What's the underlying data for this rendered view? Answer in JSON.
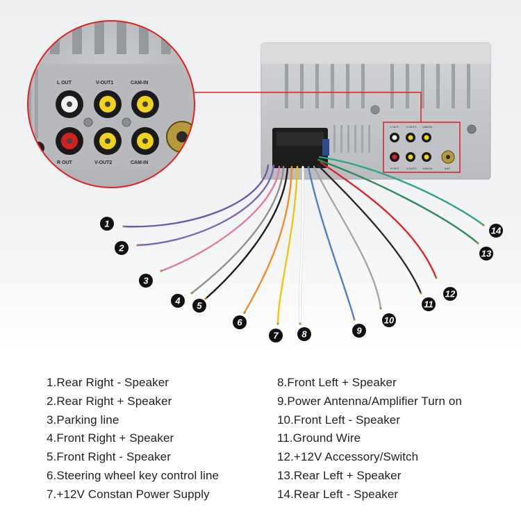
{
  "colors": {
    "unit_body": "#c4c6c9",
    "callout_line": "#e02020",
    "badge": "#111111",
    "rca_white": "#f2f2f2",
    "rca_red": "#d42020",
    "rca_yellow": "#f2d21a"
  },
  "inset_labels": {
    "top": [
      "L OUT",
      "V-OUT1",
      "CAM-IN"
    ],
    "bottom": [
      "R OUT",
      "V-OUT2",
      "CAM-IN",
      "ANT"
    ]
  },
  "wires": [
    {
      "number": "1",
      "color": "#6a5aa8"
    },
    {
      "number": "2",
      "color": "#7b66b2"
    },
    {
      "number": "3",
      "color": "#e07aa0"
    },
    {
      "number": "4",
      "color": "#8e8e8e"
    },
    {
      "number": "5",
      "color": "#1a1a1a"
    },
    {
      "number": "6",
      "color": "#f08a2a"
    },
    {
      "number": "7",
      "color": "#f4c20e"
    },
    {
      "number": "8",
      "color": "#ffffff"
    },
    {
      "number": "9",
      "color": "#4f7fc4"
    },
    {
      "number": "10",
      "color": "#a5a5a5"
    },
    {
      "number": "11",
      "color": "#2a2a2a"
    },
    {
      "number": "12",
      "color": "#d8262a"
    },
    {
      "number": "13",
      "color": "#2e8a5a"
    },
    {
      "number": "14",
      "color": "#2aa58a"
    }
  ],
  "legend": {
    "left": [
      "1.Rear Right - Speaker",
      "2.Rear Right + Speaker",
      "3.Parking line",
      "4.Front Right + Speaker",
      "5.Front Right - Speaker",
      "6.Steering wheel key control line",
      "7.+12V Constan Power Supply"
    ],
    "right": [
      "8.Front Left + Speaker",
      "9.Power Antenna/Amplifier Turn on",
      "10.Front Left - Speaker",
      "11.Ground Wire",
      "12.+12V Accessory/Switch",
      "13.Rear Left + Speaker",
      "14.Rear Left - Speaker"
    ]
  }
}
